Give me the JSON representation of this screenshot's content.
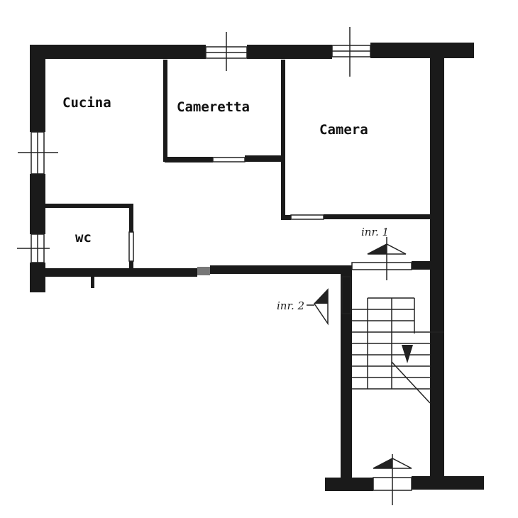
{
  "plan": {
    "rooms": [
      {
        "id": "cucina",
        "label": "Cucina"
      },
      {
        "id": "cameretta",
        "label": "Cameretta"
      },
      {
        "id": "camera",
        "label": "Camera"
      },
      {
        "id": "wc",
        "label": "wc"
      }
    ],
    "entrances": [
      {
        "id": "ingresso-1",
        "label": "inr. 1"
      },
      {
        "id": "ingresso-2",
        "label": "inr. 2"
      }
    ],
    "colors": {
      "wall": "#1a1a1a",
      "background": "#ffffff"
    }
  }
}
